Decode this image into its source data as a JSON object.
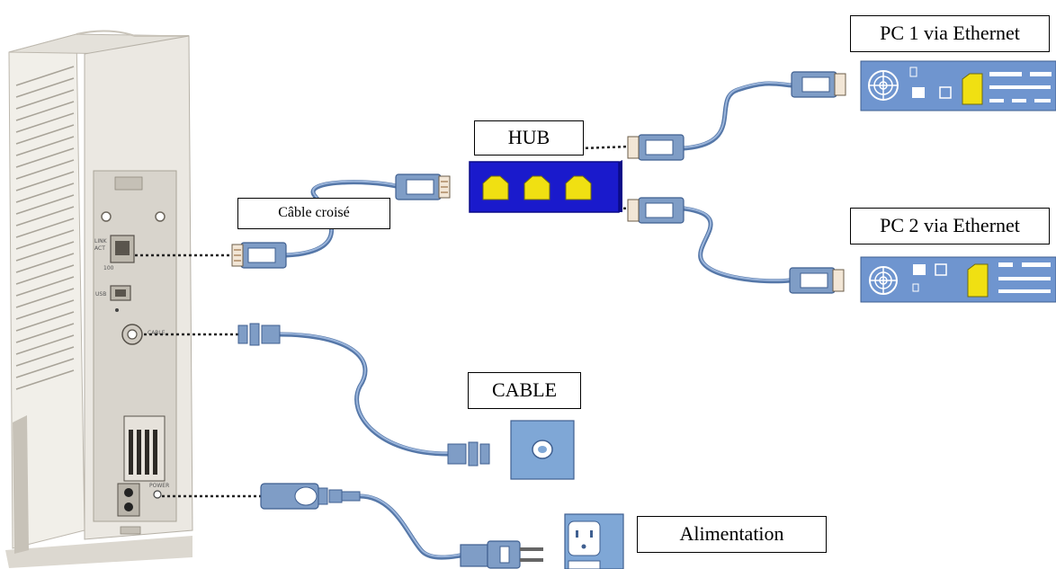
{
  "labels": {
    "hub": "HUB",
    "cable": "CABLE",
    "pc1": "PC 1 via Ethernet",
    "pc2": "PC 2 via Ethernet",
    "power": "Alimentation",
    "crossover": "Câble croisé"
  },
  "modem_ports": {
    "link": "LINK",
    "act": "ACT",
    "speed": "100",
    "usb": "USB",
    "cable": "CABLE",
    "power": "POWER"
  },
  "colors": {
    "cable": "#7f9dc6",
    "cable_dark": "#5577a8",
    "device_blue": "#6f95cf",
    "hub_blue": "#1a1acc",
    "rj45_yellow": "#f0e012",
    "modem_body": "#e9e6e0",
    "modem_panel": "#d6d2ca",
    "outlet": "#7fa7d6"
  },
  "icons": {
    "modem": "cable-modem-icon",
    "hub": "ethernet-hub-icon",
    "pc": "pc-back-panel-icon",
    "wall_coax": "coax-wall-plate-icon",
    "wall_power": "power-outlet-icon"
  }
}
